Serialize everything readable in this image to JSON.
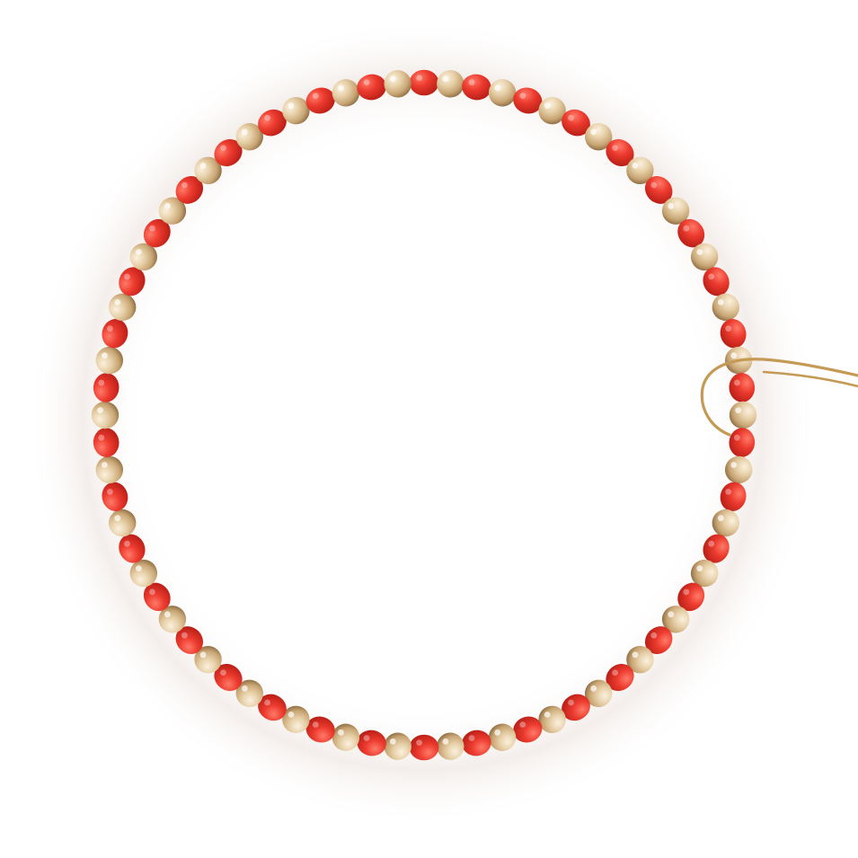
{
  "photo": {
    "subject": "beaded-bracelet",
    "background_color": "#ffffff",
    "bead_pattern": [
      "red",
      "gold"
    ],
    "bead_count": 76,
    "colors": {
      "red_bead": "#ec3a2e",
      "red_bead_highlight": "#ff7a68",
      "red_bead_shadow": "#b81e16",
      "gold_bead": "#d8b98c",
      "gold_bead_highlight": "#fbf1df",
      "gold_bead_shadow": "#8f6f45",
      "wire": "#c49a55",
      "shadow": "#d9c7bd"
    },
    "elements": [
      {
        "name": "bracelet-ring",
        "kind": "bead-strand"
      },
      {
        "name": "hanger-hook",
        "kind": "wire-loop"
      }
    ]
  }
}
